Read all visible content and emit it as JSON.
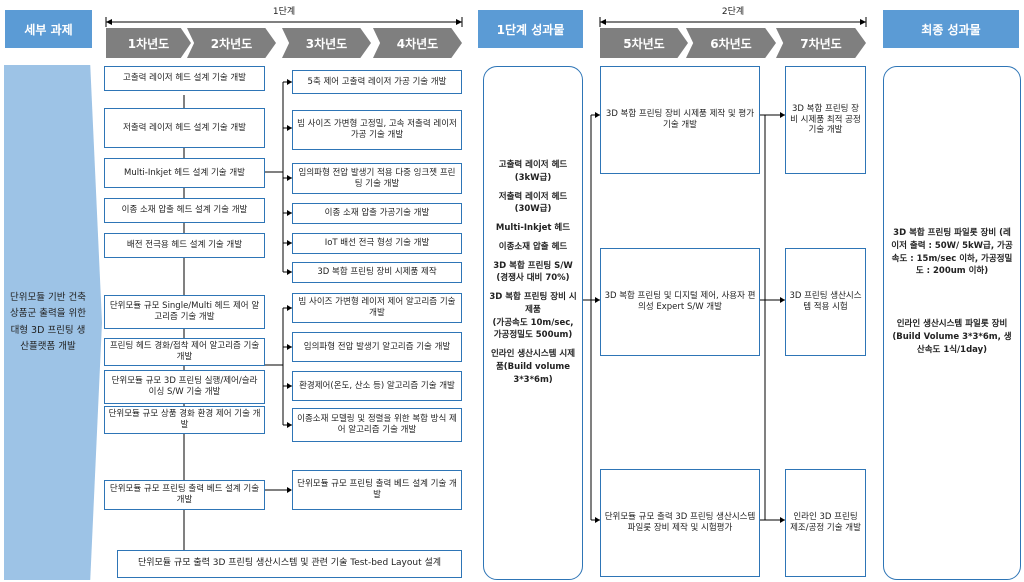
{
  "header": {
    "task_label": "세부 과제",
    "phase1_label": "1단계",
    "phase1_result": "1단계 성과물",
    "phase2_label": "2단계",
    "final_result": "최종 성과물",
    "years": [
      "1차년도",
      "2차년도",
      "3차년도",
      "4차년도",
      "5차년도",
      "6차년도",
      "7차년도"
    ]
  },
  "task": "단위모듈 기반 건축 상품군 출력을 위한 대형 3D 프린팅 생산플랫폼 개발",
  "col_a": [
    "고출력 레이저 헤드 설계 기술 개발",
    "저출력 레이저 헤드 설계 기술 개발",
    "Multi-Inkjet 헤드 설계 기술 개발",
    "이종 소재 압출 헤드 설계 기술 개발",
    "배전 전극용 헤드 설계 기술 개발",
    "단위모듈 규모 Single/Multi 헤드 제어 알고리즘 기술 개발",
    "프린팅 헤드 경화/접착 제어 알고리즘 기술 개발",
    "단위모듈 규모 3D 프린팅 실행/제어/슬라이싱 S/W 기술 개발",
    "단위모듈 규모 상품 경화 환경 제어 기술 개발",
    "단위모듈 규모 프린팅 출력 베드 설계 기술 개발"
  ],
  "col_b": [
    "5축 제어 고출력 레이저 가공 기술 개발",
    "빔 사이즈 가변형 고정밀, 고속 저출력 레이저 가공 기술 개발",
    "임의파형 전압 발생기 적용 다중 잉크젯 프린팅 기술 개발",
    "이종 소재 압출 가공기술 개발",
    "IoT 배선 전극 형성 기술 개발",
    "3D 복합 프린팅 장비 시제품 제작",
    "빔 사이즈 가변형 레이저 제어 알고리즘 기술 개발",
    "임의파형 전압 발생기 알고리즘 기술 개발",
    "환경제어(온도, 산소 등) 알고리즘 기술 개발",
    "이종소재 모델링 및 정렬을 위한 복합 방식 제어 알고리즘 기술 개발",
    "단위모듈 규모 프린팅 출력 베드 설계 기술 개발"
  ],
  "bottom": "단위모듈 규모 출력 3D 프린팅 생산시스템 및 관련 기술 Test-bed Layout 설계",
  "phase1_outputs": [
    "고출력 레이저 헤드 (3kW급)",
    "저출력 레이저 헤드 (30W급)",
    "Multi-Inkjet 헤드",
    "이종소재 압출 헤드",
    "3D 복합 프린팅 S/W (경쟁사 대비 70%)",
    "3D 복합 프린팅 장비 시제품",
    "(가공속도 10m/sec, 가공정밀도 500um)",
    "인라인 생산시스템 시제품(Build volume 3*3*6m)"
  ],
  "col_56": [
    "3D 복합 프린팅 장비 시제품 제작 및 평가 기술 개발",
    "3D 복합 프린팅 및 디지털 제어, 사용자 편의성 Expert S/W 개발",
    "단위모듈 규모 출력 3D 프린팅 생산시스템 파일롯 장비 제작 및 시험평가"
  ],
  "col_7": [
    "3D 복합 프린팅 장비 시제품 최적 공정 기술 개발",
    "3D 프린팅 생산시스템 적용 시험",
    "인라인 3D 프린팅 제조/공정 기술 개발"
  ],
  "final_outputs": [
    "3D 복합 프린팅 파일롯 장비 (레이저 출력 : 50W/ 5kW급, 가공속도 : 15m/sec 이하, 가공정밀도 : 200um 이하)",
    "인라인 생산시스템 파일롯 장비 (Build Volume 3*3*6m, 생산속도 1식/1day)"
  ]
}
